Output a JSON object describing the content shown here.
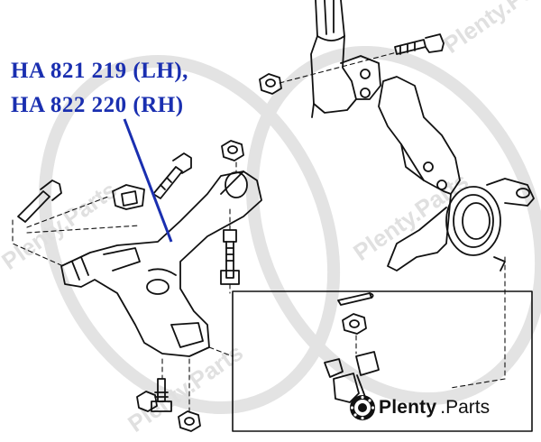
{
  "labels": {
    "line1": "HA 821 219 (LH),",
    "line2": "HA 822 220 (RH)"
  },
  "brand": {
    "name": "Plenty",
    "tld": ".Parts",
    "icon": "brake-disc-icon"
  },
  "watermark": {
    "text": "Plenty.Parts",
    "color": "#d9d9d9"
  },
  "colors": {
    "label_blue": "#1a2fb0",
    "line_art": "#111111"
  }
}
